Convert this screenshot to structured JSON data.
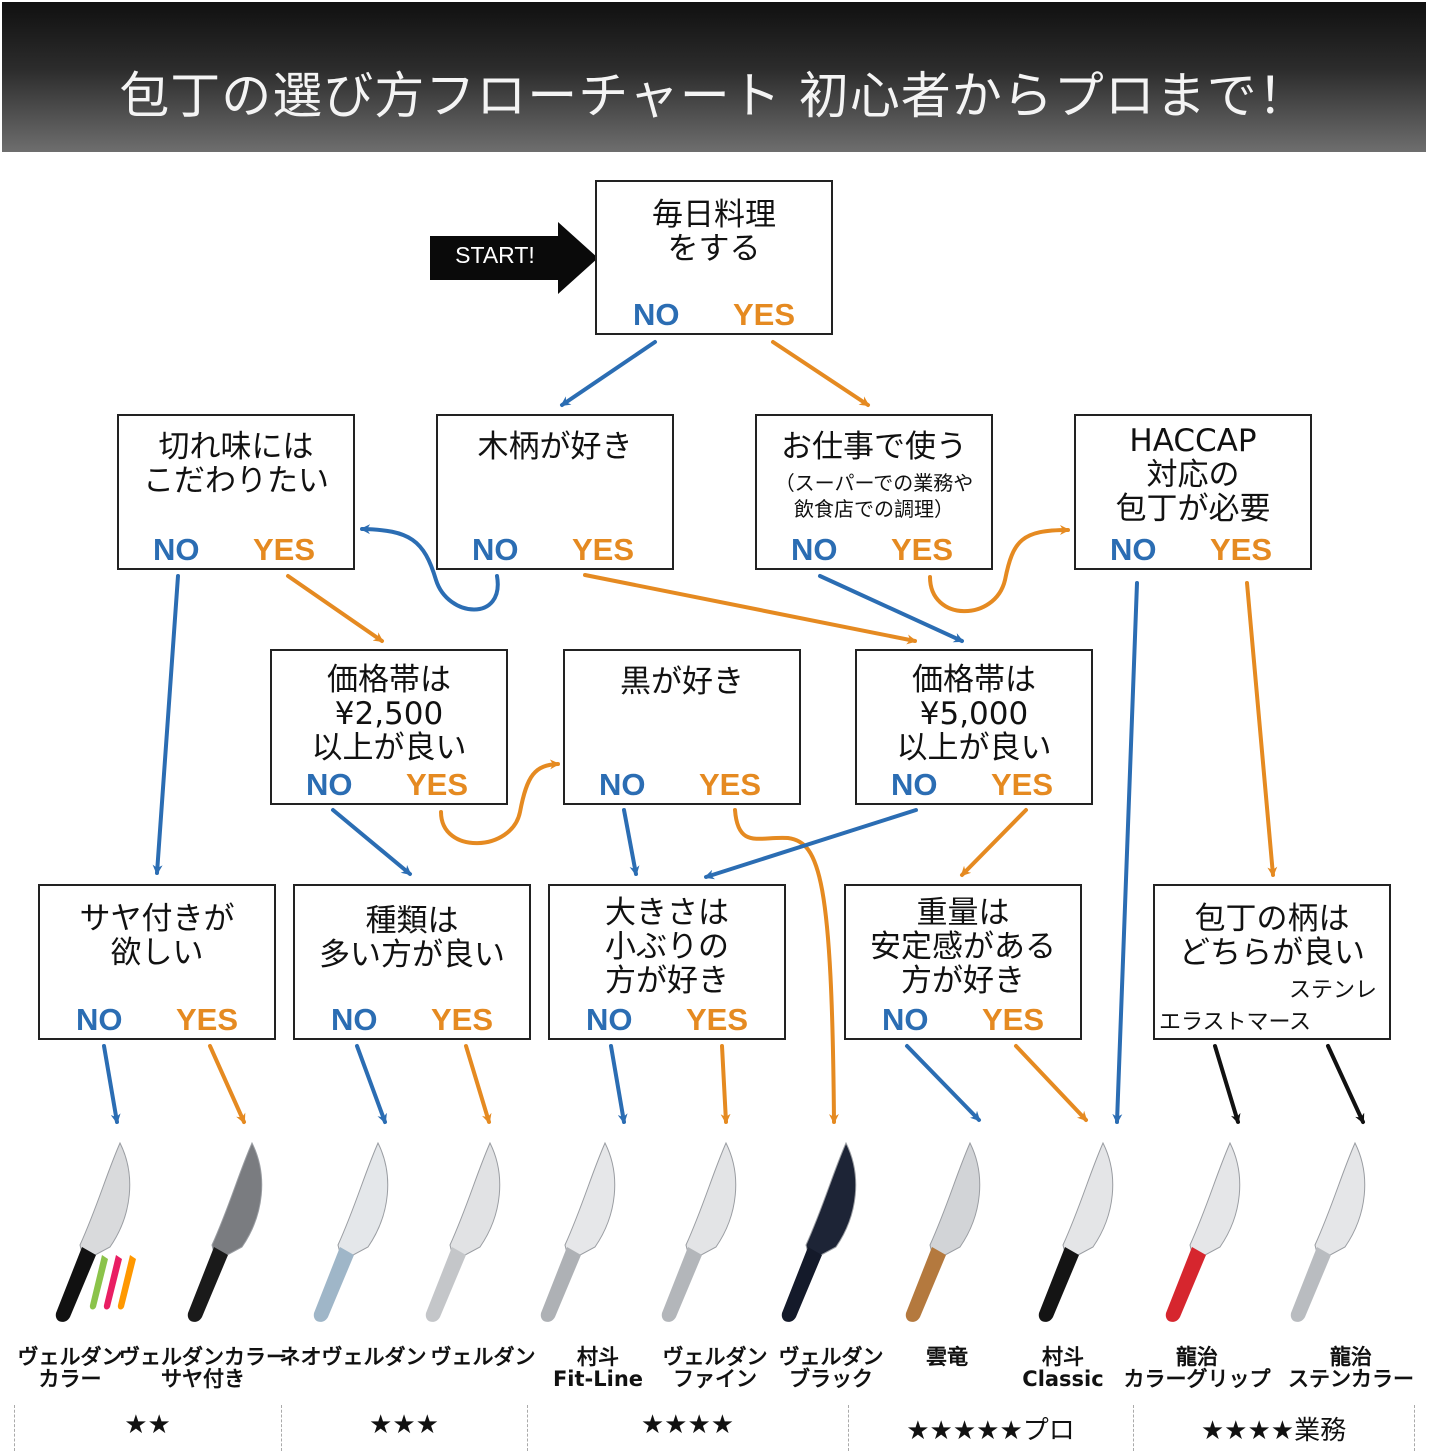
{
  "title": "包丁の選び方フローチャート 初心者からプロまで！",
  "start_label": "START!",
  "colors": {
    "no": "#2b6db3",
    "yes": "#e58a21",
    "neutral": "#111111"
  },
  "answers": {
    "no": "NO",
    "yes": "YES"
  },
  "questions": {
    "q1": "毎日料理\nをする",
    "q2": "切れ味には\nこだわりたい",
    "q3": "木柄が好き",
    "q4": "お仕事で使う",
    "q4_sub": "（スーパーでの業務や\n飲食店での調理）",
    "q5": "HACCAP\n対応の\n包丁が必要",
    "q6": "価格帯は\n¥2,500\n以上が良い",
    "q7": "黒が好き",
    "q8": "価格帯は\n¥5,000\n以上が良い",
    "q9": "サヤ付きが\n欲しい",
    "q10": "種類は\n多い方が良い",
    "q11": "大きさは\n小ぶりの\n方が好き",
    "q12": "重量は\n安定感がある\n方が好き",
    "q13": "包丁の柄は\nどちらが良い",
    "q13_opt_a": "エラストマー",
    "q13_opt_b": "ステンレス"
  },
  "products": [
    {
      "name": "ヴェルダン\nカラー",
      "handle": "multi",
      "blade": "#d9dadc"
    },
    {
      "name": "ヴェルダンカラー\nサヤ付き",
      "handle": "#1a1a1a",
      "blade": "#7a7c80"
    },
    {
      "name": "ネオヴェルダン",
      "handle": "#9fb6c8",
      "blade": "#e4e7ea"
    },
    {
      "name": "ヴェルダン",
      "handle": "#c4c6c9",
      "blade": "#e1e2e4"
    },
    {
      "name": "村斗\nFit-Line",
      "handle": "#aeb1b5",
      "blade": "#e6e7e9"
    },
    {
      "name": "ヴェルダン\nファイン",
      "handle": "#b3b6ba",
      "blade": "#e3e4e6"
    },
    {
      "name": "ヴェルダン\nブラック",
      "handle": "#141a2a",
      "blade": "#1d2436"
    },
    {
      "name": "雲竜",
      "handle": "#b4793e",
      "blade": "#d2d4d7"
    },
    {
      "name": "村斗\nClassic",
      "handle": "#141414",
      "blade": "#e4e5e7"
    },
    {
      "name": "龍治\nカラーグリップ",
      "handle": "#d6262e",
      "blade": "#e5e6e8"
    },
    {
      "name": "龍治\nステンカラー",
      "handle": "#b9bcc0",
      "blade": "#e5e6e8"
    }
  ],
  "ratings": [
    "★★",
    "★★★",
    "★★★★",
    "★★★★★プロ",
    "★★★★業務"
  ]
}
